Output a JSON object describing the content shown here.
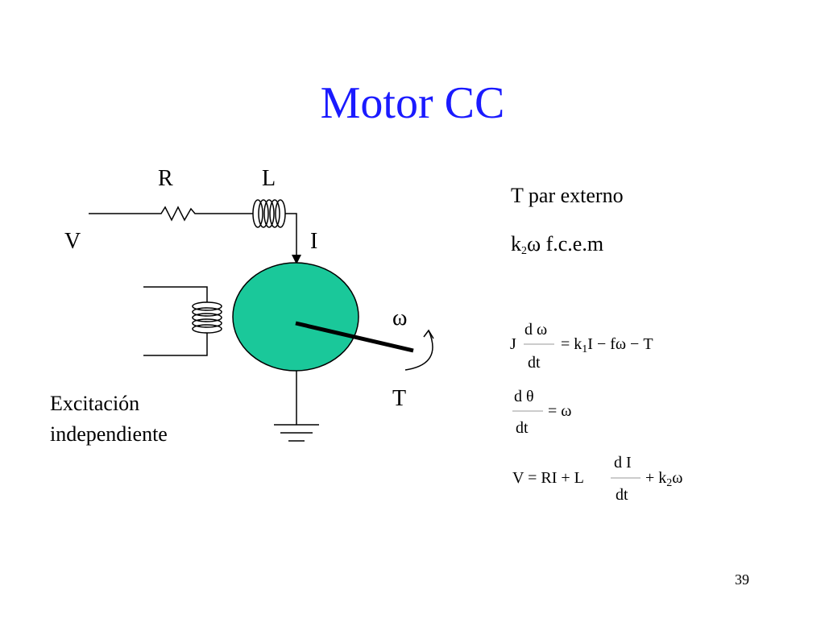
{
  "slide": {
    "title": "Motor CC",
    "page_number": "39",
    "colors": {
      "title": "#1a1aff",
      "armature": "#1ac89a"
    }
  },
  "circuit": {
    "resistor_label": "R",
    "inductor_label": "L",
    "voltage_label": "V",
    "current_label": "I",
    "omega_label": "ω",
    "torque_label": "T",
    "excitation_line1": "Excitación",
    "excitation_line2": "independiente"
  },
  "notes": {
    "line1": "T par externo",
    "line2_k": "k",
    "line2_sub": "2",
    "line2_rest": "ω  f.c.e.m"
  },
  "equations": {
    "eq1": {
      "lhs_J": "J",
      "num": "d ω",
      "den": "dt",
      "rhs_eq": "=",
      "k": "k",
      "k_sub": "1",
      "rest": "I − fω − T"
    },
    "eq2": {
      "num": "d θ",
      "den": "dt",
      "rhs": "= ω"
    },
    "eq3": {
      "lhs": "V = RI + L",
      "num": "d I",
      "den": "dt",
      "plus_k": "+ k",
      "k_sub": "2",
      "end": "ω"
    }
  }
}
